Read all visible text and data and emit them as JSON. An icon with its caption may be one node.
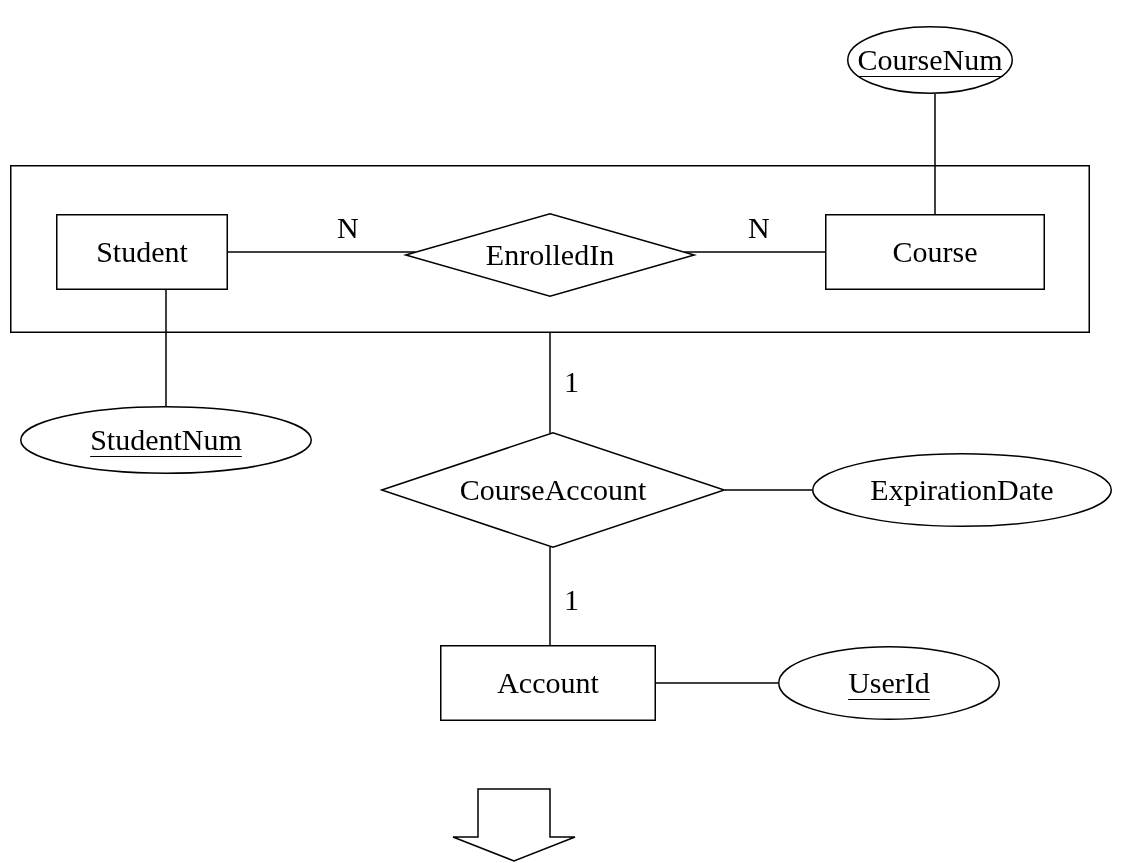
{
  "diagram": {
    "nodes": [
      {
        "text": [],
        "shape": "box"
      },
      {
        "text": [
          "Student"
        ],
        "in": 0
      },
      {
        "text": [
          "EnrolledIn"
        ],
        "in": 0
      },
      {
        "text": [
          "Course"
        ],
        "in": 0
      },
      {
        "text": [
          "CourseNum"
        ]
      },
      {
        "text": [
          "StudentNum"
        ]
      },
      {
        "text": [
          "CourseAccount"
        ]
      },
      {
        "text": [
          "ExpirationDate"
        ]
      },
      {
        "text": [
          "Account"
        ]
      },
      {
        "text": [
          "UserId"
        ]
      }
    ],
    "edges": [
      {
        "from": 1,
        "to": 2,
        "arrow": "none",
        "label": "N"
      },
      {
        "from": 2,
        "to": 3,
        "arrow": "none",
        "label": "N"
      },
      {
        "from": 4,
        "to": 3,
        "arrow": "none"
      },
      {
        "from": 1,
        "to": 5,
        "arrow": "none"
      },
      {
        "from": 0,
        "to": 6,
        "arrow": "none",
        "label": "1"
      },
      {
        "from": 6,
        "to": 7,
        "arrow": "none"
      },
      {
        "from": 6,
        "to": 8,
        "arrow": "none",
        "label": "1"
      },
      {
        "from": 8,
        "to": 9,
        "arrow": "none"
      }
    ]
  }
}
